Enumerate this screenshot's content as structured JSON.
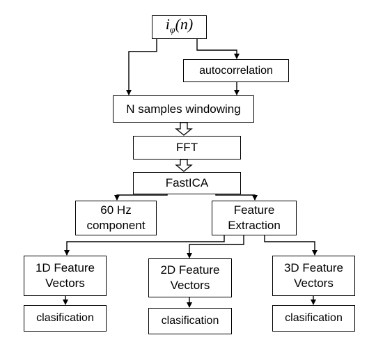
{
  "nodes": {
    "input": {
      "var": "i",
      "sub": "φ",
      "arg": "(n)"
    },
    "autocorrelation": "autocorrelation",
    "windowing": "N samples windowing",
    "fft": "FFT",
    "fastica": "FastICA",
    "hz60": [
      "60 Hz",
      "component"
    ],
    "feature_extraction": [
      "Feature",
      "Extraction"
    ],
    "fv1d": [
      "1D Feature",
      "Vectors"
    ],
    "fv2d": [
      "2D Feature",
      "Vectors"
    ],
    "fv3d": [
      "3D Feature",
      "Vectors"
    ],
    "class1": "clasification",
    "class2": "clasification",
    "class3": "clasification"
  }
}
